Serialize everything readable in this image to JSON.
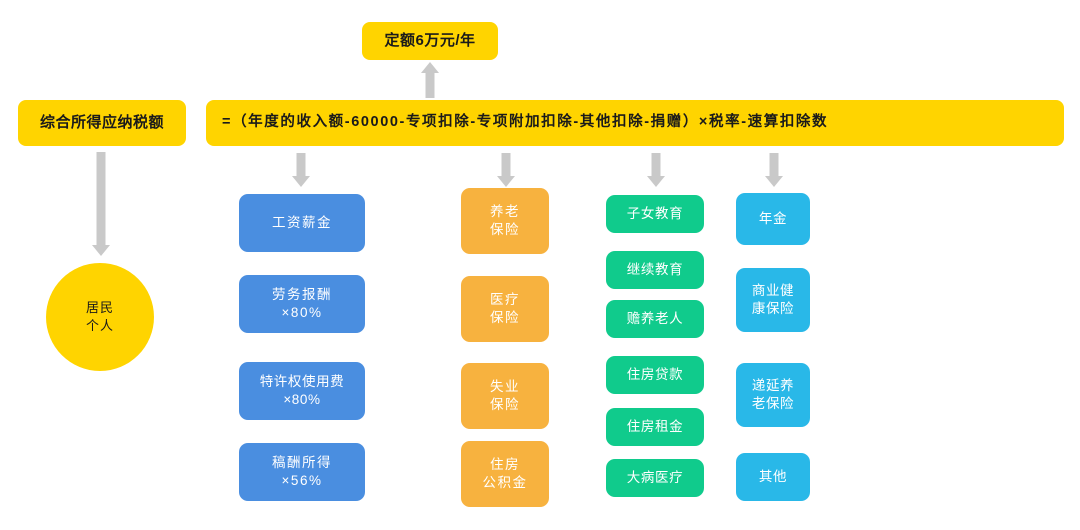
{
  "diagram": {
    "title_node": {
      "label": "定额6万元/年",
      "color": "#FFD400"
    },
    "taxable_node": {
      "label": "综合所得应纳税额",
      "color": "#FFD400"
    },
    "formula_node": {
      "label": "=（年度的收入额-60000-专项扣除-专项附加扣除-其他扣除-捐赠）×税率-速算扣除数",
      "color": "#FFD400"
    },
    "person_node": {
      "label": "居民\n个人",
      "color": "#FFD400"
    },
    "arrows": {
      "quota_up": "arrow-up-icon",
      "person_down": "arrow-down-icon",
      "income_down": "arrow-down-icon",
      "social_down": "arrow-down-icon",
      "special_down": "arrow-down-icon",
      "other_down": "arrow-down-icon"
    },
    "columns": [
      {
        "name": "income-column",
        "color": "#4a8ee0",
        "items": [
          {
            "label": "工资薪金"
          },
          {
            "label": "劳务报酬\n×80%"
          },
          {
            "label": "特许权使用费\n×80%"
          },
          {
            "label": "稿酬所得\n×56%"
          }
        ]
      },
      {
        "name": "special-deduction-column",
        "color": "#F7B23F",
        "items": [
          {
            "label": "养老\n保险"
          },
          {
            "label": "医疗\n保险"
          },
          {
            "label": "失业\n保险"
          },
          {
            "label": "住房\n公积金"
          }
        ]
      },
      {
        "name": "additional-deduction-column",
        "color": "#10CB8C",
        "items": [
          {
            "label": "子女教育"
          },
          {
            "label": "继续教育"
          },
          {
            "label": "赡养老人"
          },
          {
            "label": "住房贷款"
          },
          {
            "label": "住房租金"
          },
          {
            "label": "大病医疗"
          }
        ]
      },
      {
        "name": "other-deduction-column",
        "color": "#29B8E8",
        "items": [
          {
            "label": "年金"
          },
          {
            "label": "商业健\n康保险"
          },
          {
            "label": "递延养\n老保险"
          },
          {
            "label": "其他"
          }
        ]
      }
    ]
  }
}
